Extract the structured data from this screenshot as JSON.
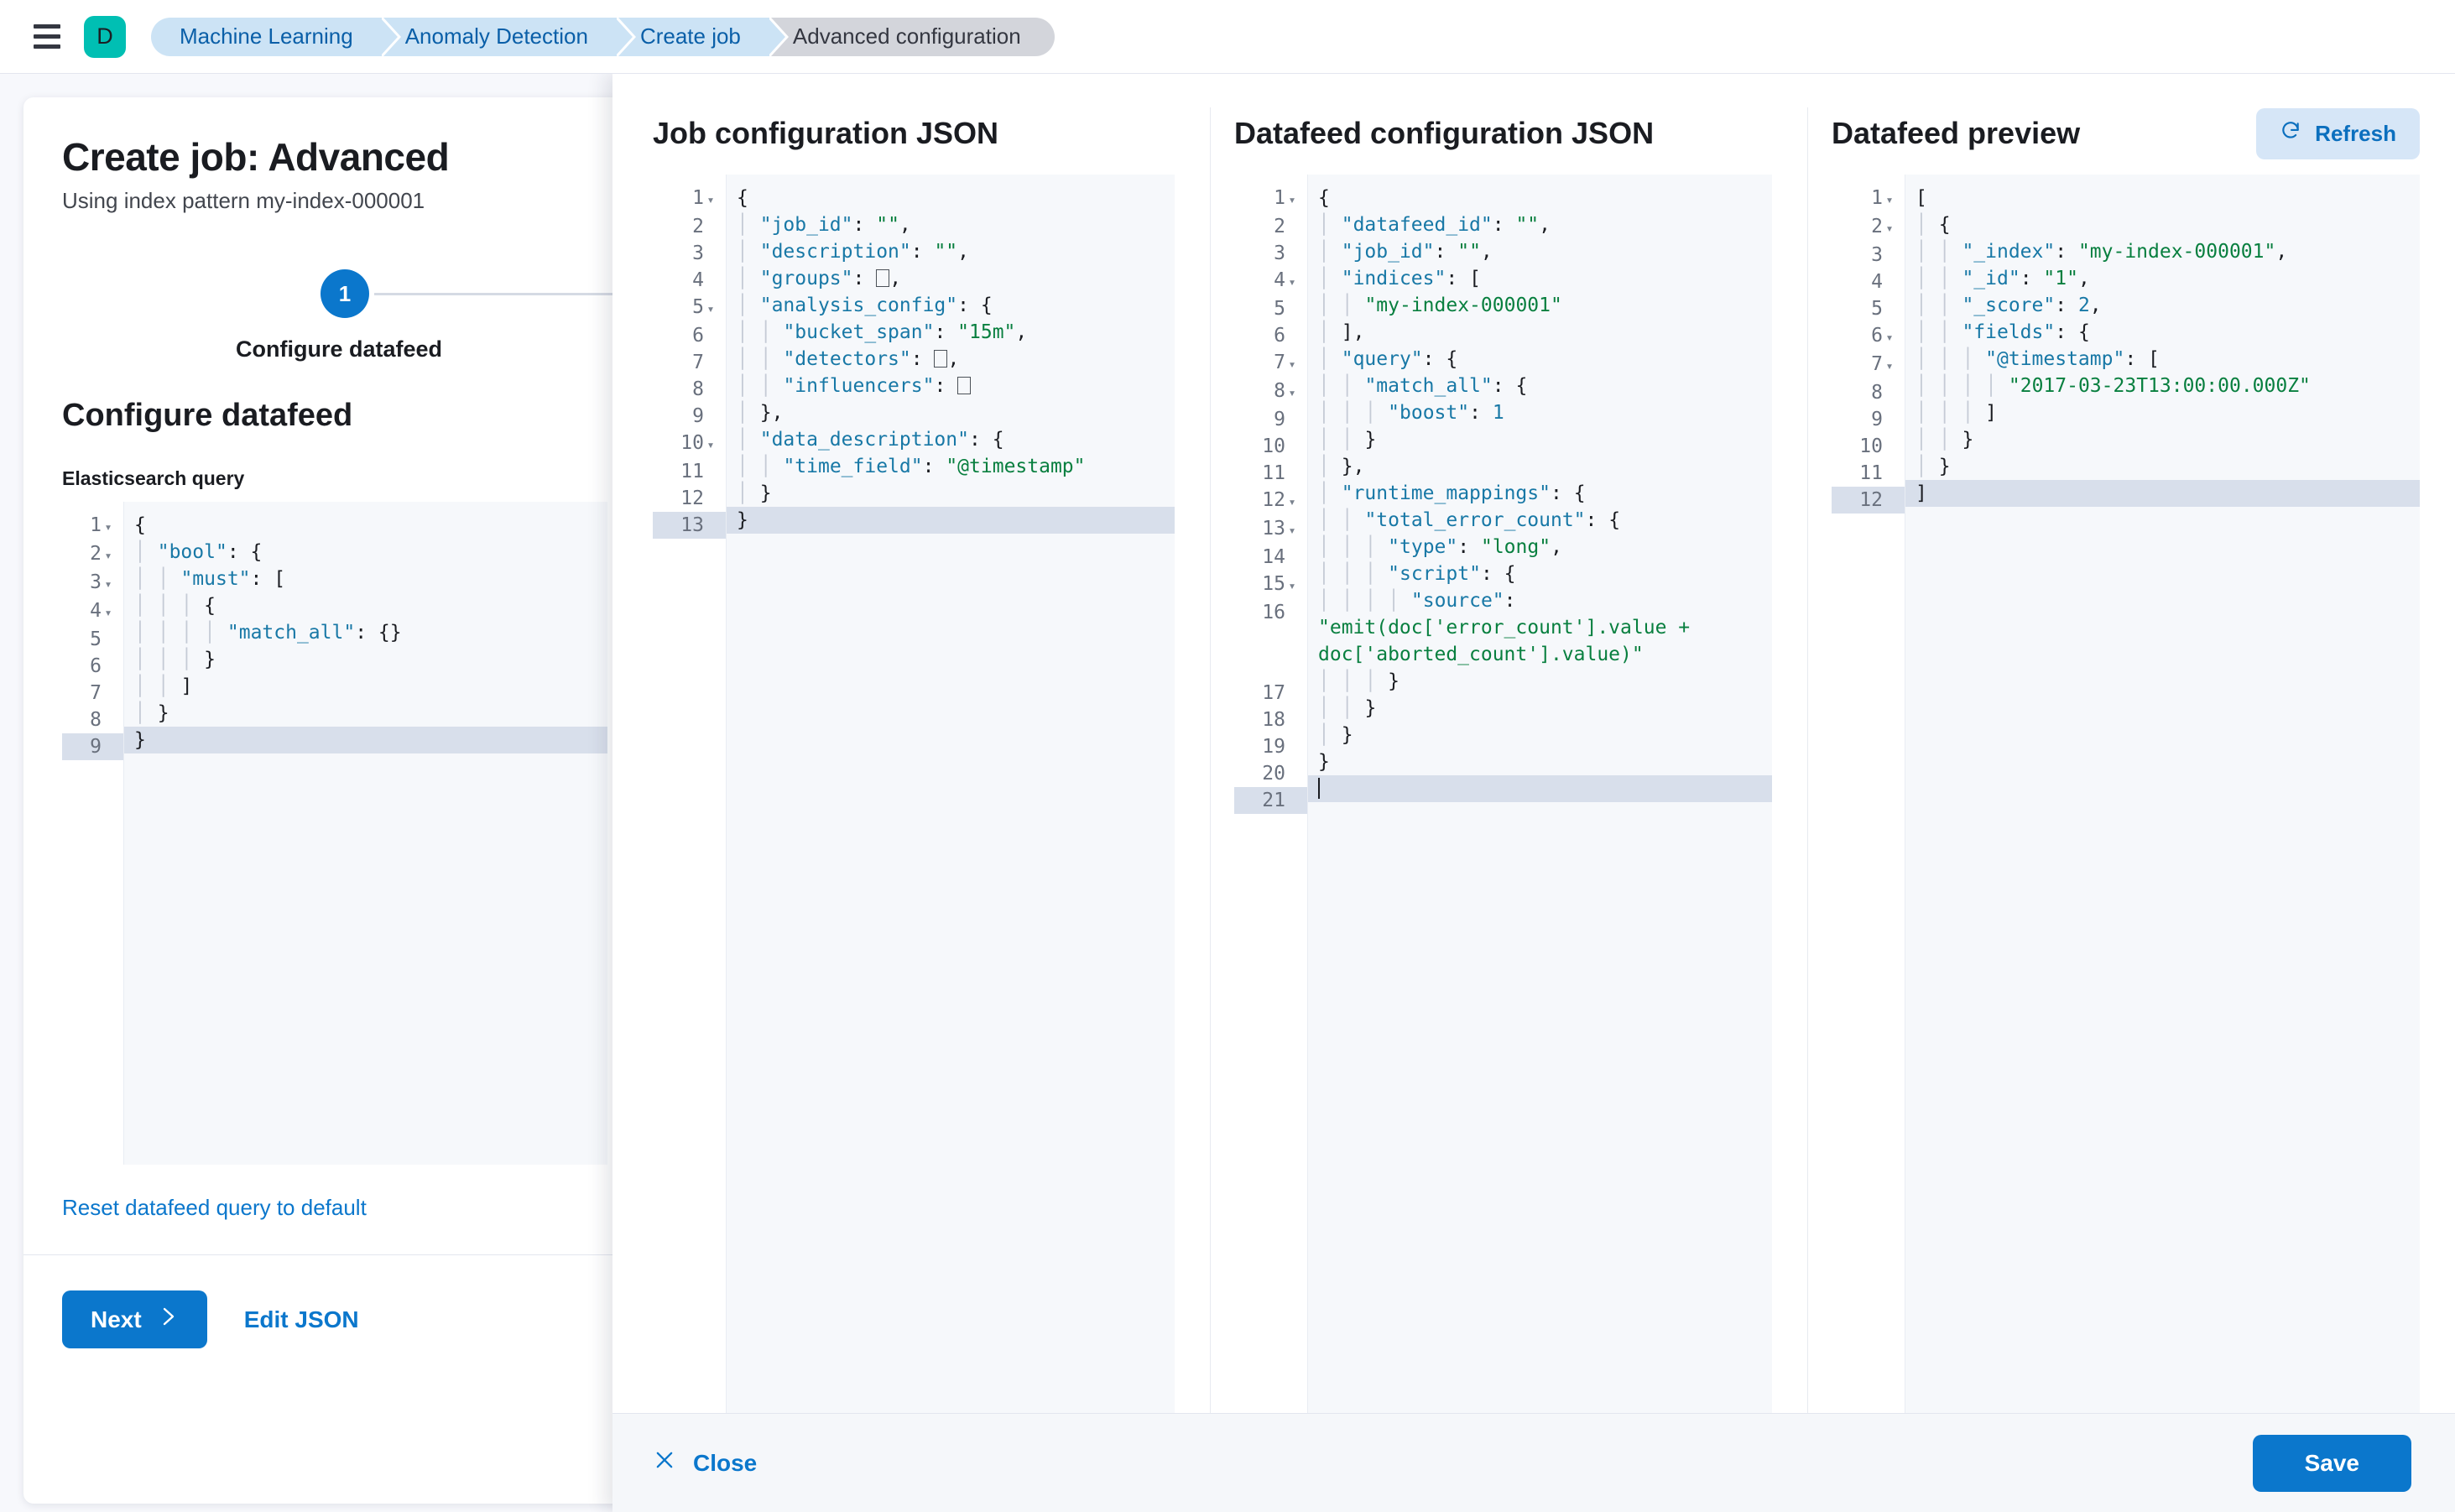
{
  "topbar": {
    "menu_icon": "hamburger-icon",
    "logo_letter": "D",
    "breadcrumbs": [
      {
        "label": "Machine Learning",
        "active": false
      },
      {
        "label": "Anomaly Detection",
        "active": false
      },
      {
        "label": "Create job",
        "active": false
      },
      {
        "label": "Advanced configuration",
        "active": true
      }
    ]
  },
  "left_page": {
    "title": "Create job: Advanced",
    "subtitle": "Using index pattern my-index-000001",
    "step_number": "1",
    "step_label": "Configure datafeed",
    "section_heading": "Configure datafeed",
    "field_label": "Elasticsearch query",
    "reset_link": "Reset datafeed query to default",
    "next_label": "Next",
    "next_icon": "chevron-right-icon",
    "edit_json_label": "Edit JSON",
    "query_editor": {
      "highlight_line": 9,
      "lines": [
        {
          "n": "1",
          "fold": true,
          "text": "{"
        },
        {
          "n": "2",
          "fold": true,
          "text": "  \"bool\": {"
        },
        {
          "n": "3",
          "fold": true,
          "text": "    \"must\": ["
        },
        {
          "n": "4",
          "fold": true,
          "text": "      {"
        },
        {
          "n": "5",
          "fold": false,
          "text": "        \"match_all\": {}"
        },
        {
          "n": "6",
          "fold": false,
          "text": "      }"
        },
        {
          "n": "7",
          "fold": false,
          "text": "    ]"
        },
        {
          "n": "8",
          "fold": false,
          "text": "  }"
        },
        {
          "n": "9",
          "fold": false,
          "text": "}"
        }
      ]
    }
  },
  "flyout": {
    "job_config": {
      "title": "Job configuration JSON",
      "highlight_line": 13,
      "lines": [
        {
          "n": "1",
          "fold": true,
          "text": "{"
        },
        {
          "n": "2",
          "fold": false,
          "text": "  \"job_id\": \"\","
        },
        {
          "n": "3",
          "fold": false,
          "text": "  \"description\": \"\","
        },
        {
          "n": "4",
          "fold": false,
          "text": "  \"groups\": [],"
        },
        {
          "n": "5",
          "fold": true,
          "text": "  \"analysis_config\": {"
        },
        {
          "n": "6",
          "fold": false,
          "text": "    \"bucket_span\": \"15m\","
        },
        {
          "n": "7",
          "fold": false,
          "text": "    \"detectors\": [],"
        },
        {
          "n": "8",
          "fold": false,
          "text": "    \"influencers\": []"
        },
        {
          "n": "9",
          "fold": false,
          "text": "  },"
        },
        {
          "n": "10",
          "fold": true,
          "text": "  \"data_description\": {"
        },
        {
          "n": "11",
          "fold": false,
          "text": "    \"time_field\": \"@timestamp\""
        },
        {
          "n": "12",
          "fold": false,
          "text": "  }"
        },
        {
          "n": "13",
          "fold": false,
          "text": "}"
        }
      ]
    },
    "datafeed_config": {
      "title": "Datafeed configuration JSON",
      "highlight_line": 21,
      "lines": [
        {
          "n": "1",
          "fold": true,
          "text": "{"
        },
        {
          "n": "2",
          "fold": false,
          "text": "  \"datafeed_id\": \"\","
        },
        {
          "n": "3",
          "fold": false,
          "text": "  \"job_id\": \"\","
        },
        {
          "n": "4",
          "fold": true,
          "text": "  \"indices\": ["
        },
        {
          "n": "5",
          "fold": false,
          "text": "    \"my-index-000001\""
        },
        {
          "n": "6",
          "fold": false,
          "text": "  ],"
        },
        {
          "n": "7",
          "fold": true,
          "text": "  \"query\": {"
        },
        {
          "n": "8",
          "fold": true,
          "text": "    \"match_all\": {"
        },
        {
          "n": "9",
          "fold": false,
          "text": "      \"boost\": 1"
        },
        {
          "n": "10",
          "fold": false,
          "text": "    }"
        },
        {
          "n": "11",
          "fold": false,
          "text": "  },"
        },
        {
          "n": "12",
          "fold": true,
          "text": "  \"runtime_mappings\": {"
        },
        {
          "n": "13",
          "fold": true,
          "text": "    \"total_error_count\": {"
        },
        {
          "n": "14",
          "fold": false,
          "text": "      \"type\": \"long\","
        },
        {
          "n": "15",
          "fold": true,
          "text": "      \"script\": {"
        },
        {
          "n": "16",
          "fold": false,
          "text": "        \"source\": \"emit(doc['error_count'].value + doc['aborted_count'].value)\""
        },
        {
          "n": "17",
          "fold": false,
          "text": "      }"
        },
        {
          "n": "18",
          "fold": false,
          "text": "    }"
        },
        {
          "n": "19",
          "fold": false,
          "text": "  }"
        },
        {
          "n": "20",
          "fold": false,
          "text": "}"
        },
        {
          "n": "21",
          "fold": false,
          "text": ""
        }
      ]
    },
    "datafeed_preview": {
      "title": "Datafeed preview",
      "refresh_label": "Refresh",
      "refresh_icon": "refresh-icon",
      "highlight_line": 12,
      "lines": [
        {
          "n": "1",
          "fold": true,
          "text": "["
        },
        {
          "n": "2",
          "fold": true,
          "text": "  {"
        },
        {
          "n": "3",
          "fold": false,
          "text": "    \"_index\": \"my-index-000001\","
        },
        {
          "n": "4",
          "fold": false,
          "text": "    \"_id\": \"1\","
        },
        {
          "n": "5",
          "fold": false,
          "text": "    \"_score\": 2,"
        },
        {
          "n": "6",
          "fold": true,
          "text": "    \"fields\": {"
        },
        {
          "n": "7",
          "fold": true,
          "text": "      \"@timestamp\": ["
        },
        {
          "n": "8",
          "fold": false,
          "text": "        \"2017-03-23T13:00:00.000Z\""
        },
        {
          "n": "9",
          "fold": false,
          "text": "      ]"
        },
        {
          "n": "10",
          "fold": false,
          "text": "    }"
        },
        {
          "n": "11",
          "fold": false,
          "text": "  }"
        },
        {
          "n": "12",
          "fold": false,
          "text": "]"
        }
      ]
    },
    "footer": {
      "close_label": "Close",
      "close_icon": "close-x-icon",
      "save_label": "Save"
    }
  },
  "colors": {
    "accent": "#0b77cc",
    "brand_teal": "#00BFB3",
    "crumb_blue": "#CCE3F5",
    "crumb_active": "#D3D5DB",
    "code_bg": "#f6f8fb",
    "highlight": "#d8dfeb",
    "string_green": "#087f3f",
    "key_blue": "#1878a6"
  }
}
